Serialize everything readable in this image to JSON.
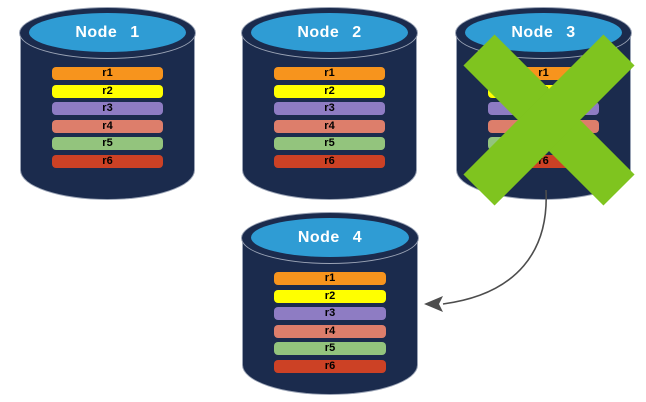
{
  "nodes": [
    {
      "title": "Node 1",
      "failed": false
    },
    {
      "title": "Node 2",
      "failed": false
    },
    {
      "title": "Node 3",
      "failed": true
    },
    {
      "title": "Node 4",
      "failed": false
    }
  ],
  "rows": [
    {
      "label": "r1",
      "color": "#F7941D"
    },
    {
      "label": "r2",
      "color": "#FFFF00"
    },
    {
      "label": "r3",
      "color": "#8E7CC3"
    },
    {
      "label": "r4",
      "color": "#DD7E6B"
    },
    {
      "label": "r5",
      "color": "#93C47D"
    },
    {
      "label": "r6",
      "color": "#CC4125"
    }
  ],
  "colors": {
    "cylinder_body": "#1B2B4D",
    "cylinder_top": "#2F9CD4",
    "outline": "#9aa3b5",
    "title_text": "#FFFFFF",
    "row_text": "#000000",
    "failure_mark": "#7FC41F",
    "arrow": "#4D4D4D"
  },
  "failure_icon": "x-mark",
  "arrow": {
    "from": "Node 3",
    "to": "Node 4"
  }
}
